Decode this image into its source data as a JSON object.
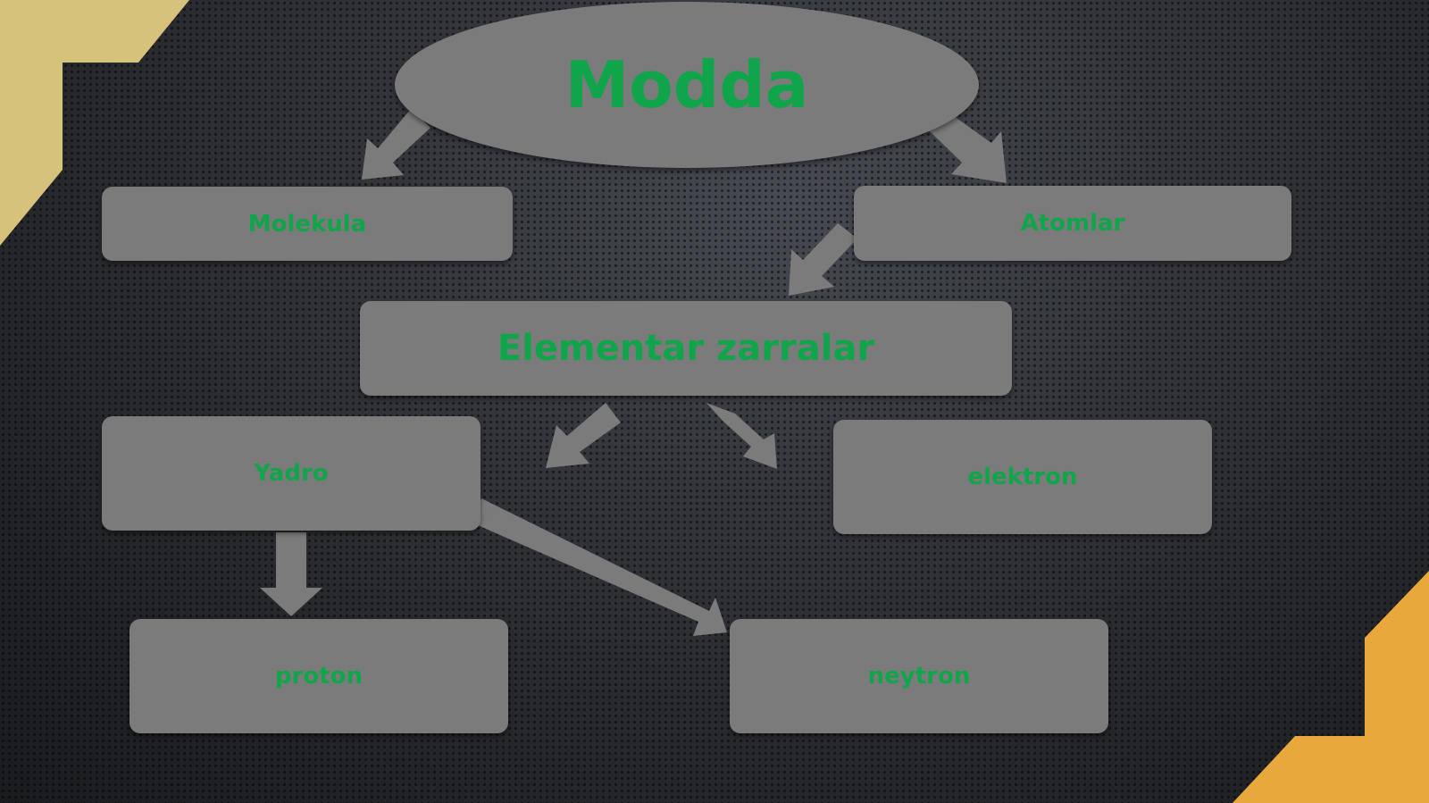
{
  "diagram": {
    "title": "Modda",
    "nodes": {
      "molekula": "Molekula",
      "atomlar": "Atomlar",
      "elementar": "Elementar zarralar",
      "yadro": "Yadro",
      "elektron": "elektron",
      "proton": "proton",
      "neytron": "neytron"
    },
    "edges": [
      [
        "Modda",
        "Molekula"
      ],
      [
        "Modda",
        "Atomlar"
      ],
      [
        "Atomlar",
        "Elementar zarralar"
      ],
      [
        "Elementar zarralar",
        "Yadro"
      ],
      [
        "Elementar zarralar",
        "elektron"
      ],
      [
        "Yadro",
        "proton"
      ],
      [
        "Yadro",
        "neytron"
      ]
    ]
  },
  "colors": {
    "node_fill": "#7b7b7b",
    "text": "#10a54a",
    "arrow": "#7b7b7b",
    "accent_left": "#d6c27a",
    "accent_right": "#e9a83c",
    "background": "#2a2c30"
  }
}
